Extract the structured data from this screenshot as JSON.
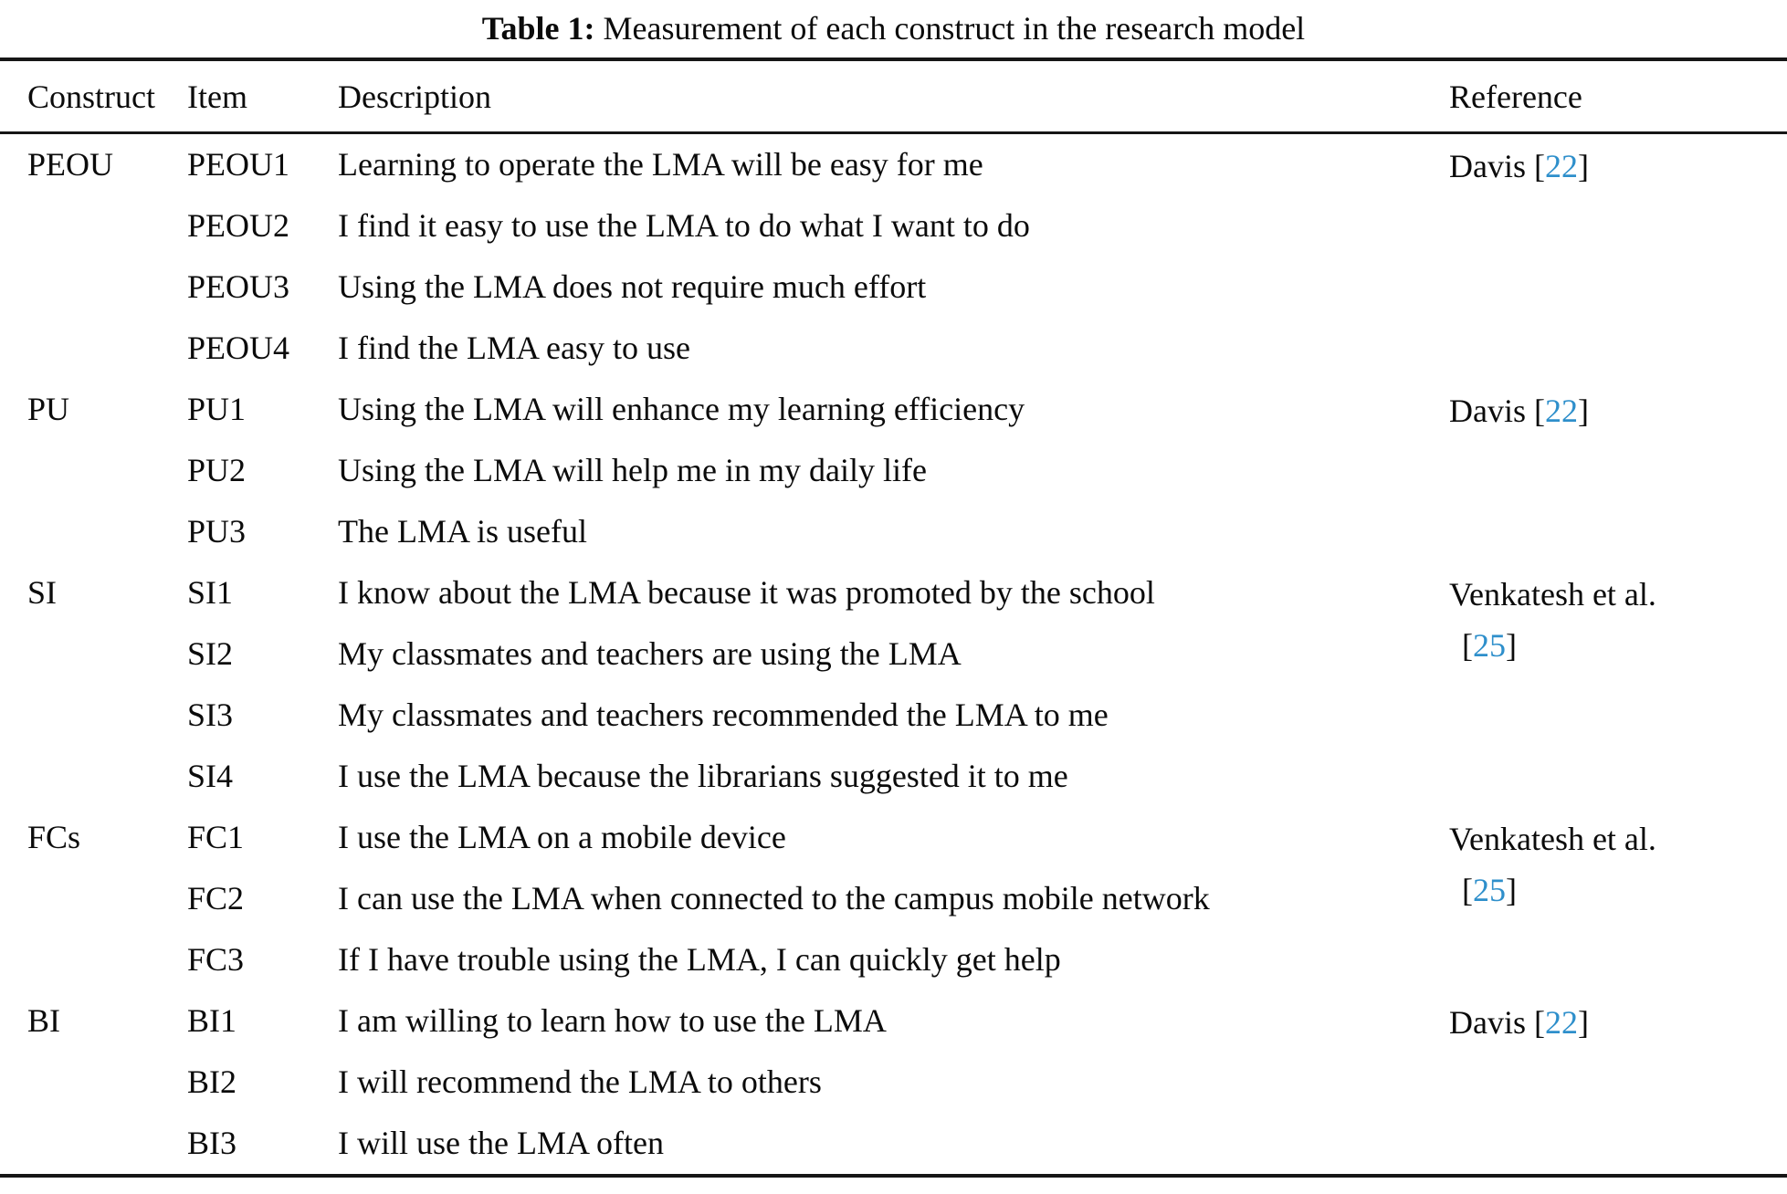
{
  "title": {
    "label": "Table 1:",
    "text": "Measurement of each construct in the research model"
  },
  "colors": {
    "citation_blue": "#2e8fcb",
    "text": "#0b0b0b",
    "rule": "#161616"
  },
  "table": {
    "headers": {
      "construct": "Construct",
      "item": "Item",
      "description": "Description",
      "reference": "Reference"
    },
    "groups": [
      {
        "construct": "PEOU",
        "reference": {
          "name": "Davis",
          "cite": "22",
          "open": "[",
          "close": "]"
        },
        "items": [
          {
            "id": "PEOU1",
            "description": "Learning to operate the LMA will be easy for me"
          },
          {
            "id": "PEOU2",
            "description": "I find it easy to use the LMA to do what I want to do"
          },
          {
            "id": "PEOU3",
            "description": "Using the LMA does not require much effort"
          },
          {
            "id": "PEOU4",
            "description": "I find the LMA easy to use"
          }
        ]
      },
      {
        "construct": "PU",
        "reference": {
          "name": "Davis",
          "cite": "22",
          "open": "[",
          "close": "]"
        },
        "items": [
          {
            "id": "PU1",
            "description": "Using the LMA will enhance my learning efficiency"
          },
          {
            "id": "PU2",
            "description": "Using the LMA will help me in my daily life"
          },
          {
            "id": "PU3",
            "description": "The LMA is useful"
          }
        ]
      },
      {
        "construct": "SI",
        "reference": {
          "name": "Venkatesh et al.",
          "cite": "25",
          "open": "[",
          "close": "]"
        },
        "items": [
          {
            "id": "SI1",
            "description": "I know about the LMA because it was promoted by the school"
          },
          {
            "id": "SI2",
            "description": "My classmates and teachers are using the LMA"
          },
          {
            "id": "SI3",
            "description": "My classmates and teachers recommended the LMA to me"
          },
          {
            "id": "SI4",
            "description": "I use the LMA because the librarians suggested it to me"
          }
        ]
      },
      {
        "construct": "FCs",
        "reference": {
          "name": "Venkatesh et al.",
          "cite": "25",
          "open": "[",
          "close": "]"
        },
        "items": [
          {
            "id": "FC1",
            "description": "I use the LMA on a mobile device"
          },
          {
            "id": "FC2",
            "description": "I can use the LMA when connected to the campus mobile network"
          },
          {
            "id": "FC3",
            "description": "If I have trouble using the LMA, I can quickly get help"
          }
        ]
      },
      {
        "construct": "BI",
        "reference": {
          "name": "Davis",
          "cite": "22",
          "open": "[",
          "close": "]"
        },
        "items": [
          {
            "id": "BI1",
            "description": "I am willing to learn how to use the LMA"
          },
          {
            "id": "BI2",
            "description": "I will recommend the LMA to others"
          },
          {
            "id": "BI3",
            "description": "I will use the LMA often"
          }
        ]
      }
    ]
  }
}
